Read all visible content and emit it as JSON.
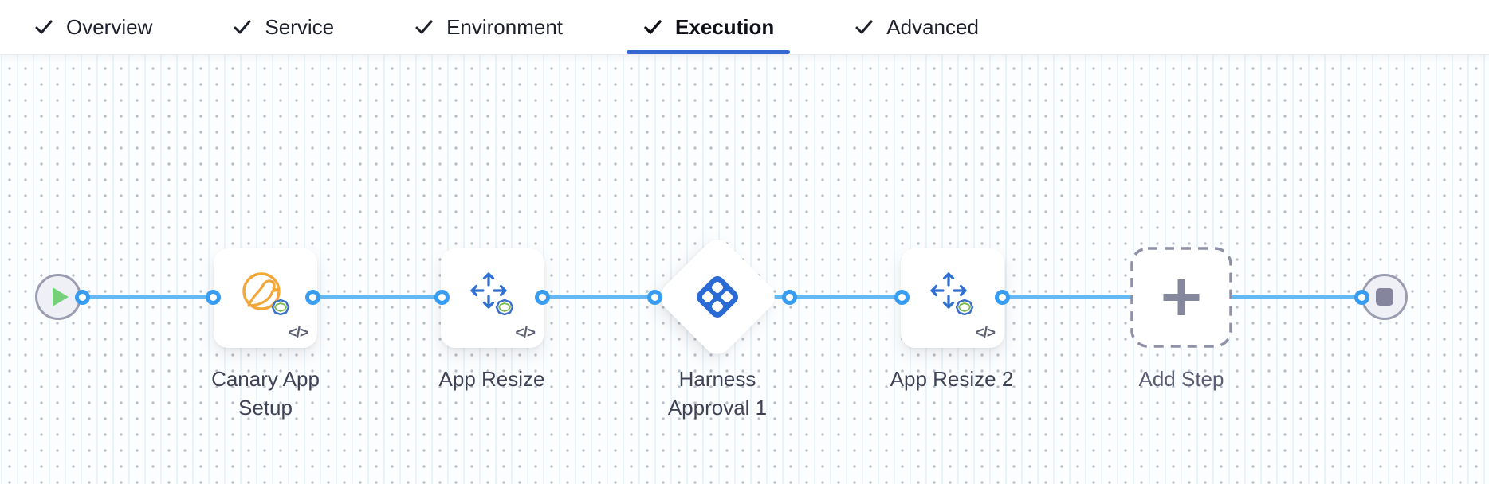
{
  "tabbar": {
    "check_icon": "check-icon",
    "items": [
      {
        "label": "Overview",
        "checked": true,
        "active": false
      },
      {
        "label": "Service",
        "checked": true,
        "active": false
      },
      {
        "label": "Environment",
        "checked": true,
        "active": false
      },
      {
        "label": "Execution",
        "checked": true,
        "active": true
      },
      {
        "label": "Advanced",
        "checked": true,
        "active": false
      }
    ]
  },
  "pipeline": {
    "nodes": [
      {
        "type": "start",
        "icon": "play-icon"
      },
      {
        "type": "step",
        "label": "Canary App Setup",
        "icon": "canary-icon",
        "code_icon_text": "</>"
      },
      {
        "type": "step",
        "label": "App Resize",
        "icon": "resize-arrows-icon",
        "code_icon_text": "</>"
      },
      {
        "type": "approval",
        "label": "Harness Approval 1",
        "icon": "harness-approval-icon"
      },
      {
        "type": "step",
        "label": "App Resize 2",
        "icon": "resize-arrows-icon",
        "code_icon_text": "</>"
      },
      {
        "type": "add",
        "label": "Add Step",
        "icon": "plus-icon"
      },
      {
        "type": "end",
        "icon": "stop-icon"
      }
    ]
  },
  "colors": {
    "connector_blue": "#64b9f4",
    "port_blue": "#389df0",
    "active_tab_underline": "#3567d3",
    "approval_icon_blue": "#2a6ad4",
    "arrows_blue": "#2f6fd0",
    "canary_orange": "#f2a73b",
    "play_green": "#76d07b",
    "terminal_gray": "#9a9cb0",
    "label_text": "#3f4254"
  }
}
